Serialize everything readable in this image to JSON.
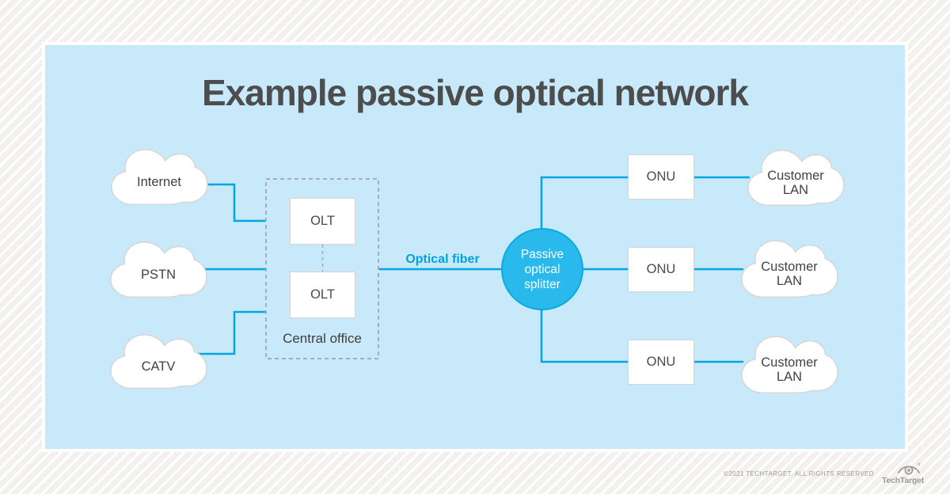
{
  "title": "Example passive optical network",
  "left_clouds": [
    {
      "label": "Internet"
    },
    {
      "label": "PSTN"
    },
    {
      "label": "CATV"
    }
  ],
  "central_office": {
    "label": "Central office",
    "olt_boxes": [
      "OLT",
      "OLT"
    ]
  },
  "fiber_label": "Optical fiber",
  "splitter": {
    "label": "Passive\noptical\nsplitter"
  },
  "onu_rows": [
    {
      "device": "ONU",
      "cloud": "Customer\nLAN"
    },
    {
      "device": "ONU",
      "cloud": "Customer\nLAN"
    },
    {
      "device": "ONU",
      "cloud": "Customer\nLAN"
    }
  ],
  "footer": {
    "copyright": "©2021 TECHTARGET. ALL RIGHTS RESERVED",
    "brand": "TechTarget"
  },
  "colors": {
    "panel_bg": "#c7e9f9",
    "connector_blue": "#00a7e2",
    "splitter_fill": "#29b9ec",
    "splitter_border": "#0aabe0",
    "title_gray": "#4d4d4d",
    "label_gray": "#424242",
    "dashed_border_gray": "#9b9b9b",
    "footer_gray": "#9b9b9b"
  }
}
